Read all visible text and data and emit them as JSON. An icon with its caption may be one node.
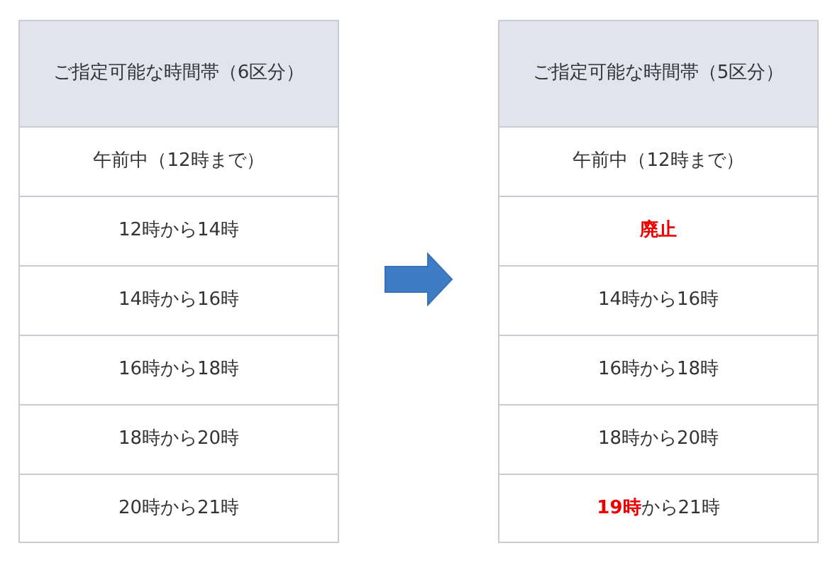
{
  "diagram": {
    "nodes": [
      {
        "text": [
          "ご指定可能な時間帯（6区分）",
          "午前中（12時まで）",
          "12時から14時",
          "14時から16時",
          "16時から18時",
          "18時から20時",
          "20時から21時"
        ]
      },
      {
        "text": [
          "ご指定可能な時間帯（5区分）",
          "午前中（12時まで）",
          "**廃止**",
          "14時から16時",
          "16時から18時",
          "18時から20時",
          "**19時**から21時"
        ]
      }
    ],
    "edges": [
      {
        "from": 0,
        "to": 1,
        "arrow": "to"
      }
    ]
  }
}
